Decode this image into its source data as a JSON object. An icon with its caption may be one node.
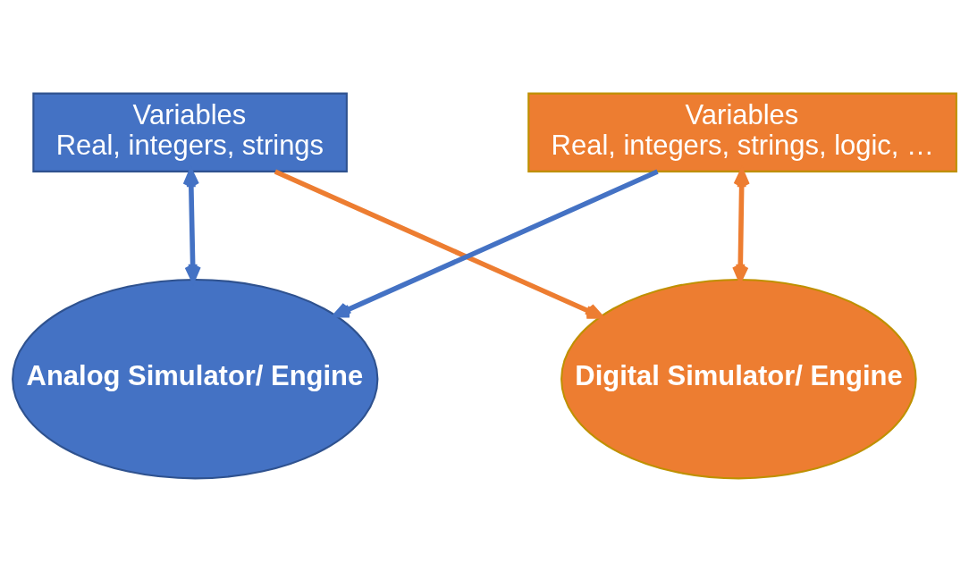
{
  "diagram": {
    "nodes": [
      {
        "text": [
          "Variables",
          "Real, integers, strings"
        ]
      },
      {
        "text": [
          "Variables",
          "Real, integers, strings, logic, …"
        ]
      },
      {
        "text": [
          "Analog Simulator/ Engine"
        ]
      },
      {
        "text": [
          "Digital Simulator/ Engine"
        ]
      }
    ],
    "edges": [
      {
        "from": 0,
        "to": 2,
        "arrow": "both",
        "color": "#4472c4"
      },
      {
        "from": 0,
        "to": 3,
        "arrow": "to",
        "color": "#ed7d31"
      },
      {
        "from": 1,
        "to": 2,
        "arrow": "to",
        "color": "#4472c4"
      },
      {
        "from": 1,
        "to": 3,
        "arrow": "both",
        "color": "#ed7d31"
      }
    ]
  }
}
